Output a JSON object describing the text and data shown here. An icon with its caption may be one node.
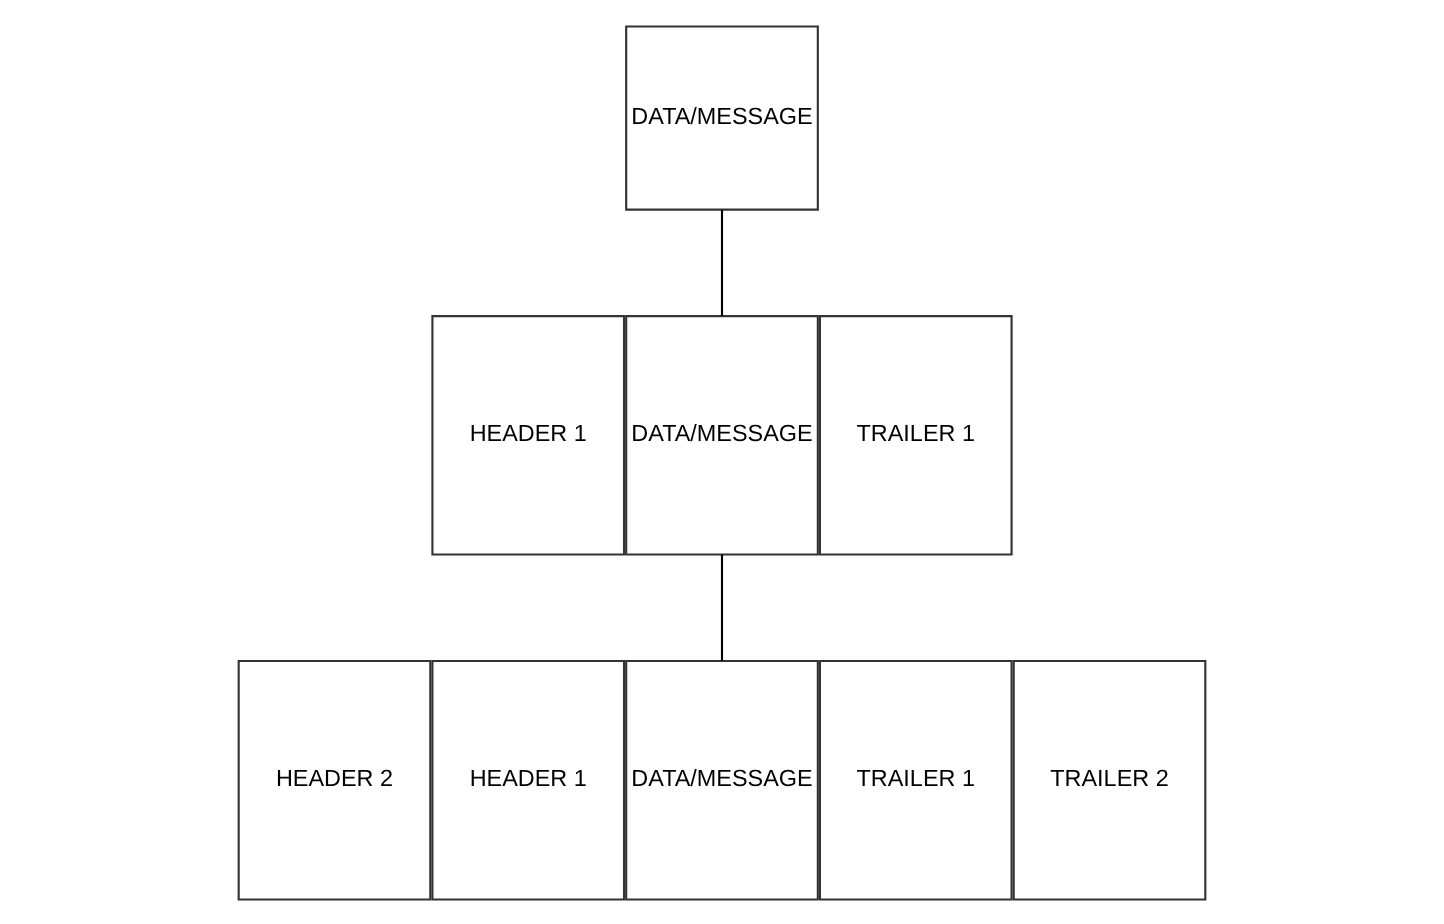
{
  "diagram": {
    "nodes": [
      {
        "text": [
          "DATA/MESSAGE"
        ]
      },
      {
        "text": [
          "HEADER 1"
        ]
      },
      {
        "text": [
          "DATA/MESSAGE"
        ]
      },
      {
        "text": [
          "TRAILER 1"
        ]
      },
      {
        "text": [
          "HEADER 2"
        ]
      },
      {
        "text": [
          "HEADER 1"
        ]
      },
      {
        "text": [
          "DATA/MESSAGE"
        ]
      },
      {
        "text": [
          "TRAILER 1"
        ]
      },
      {
        "text": [
          "TRAILER 2"
        ]
      }
    ],
    "edges": [
      {
        "from": 0,
        "to": 2,
        "arrow": "none"
      },
      {
        "from": 2,
        "to": 6,
        "arrow": "none"
      }
    ]
  }
}
